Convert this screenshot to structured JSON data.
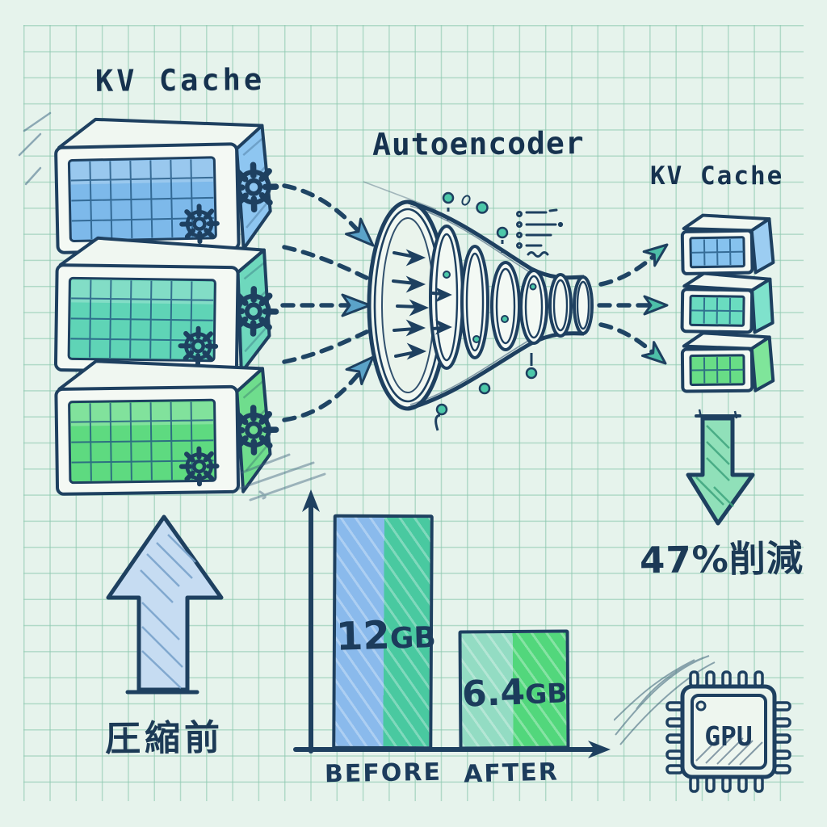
{
  "titles": {
    "kv_cache_left": "KV Cache",
    "autoencoder": "Autoencoder",
    "kv_cache_right": "KV Cache"
  },
  "annotations": {
    "before_compression": "圧縮前",
    "reduction": "47%削減"
  },
  "gpu": {
    "label": "GPU"
  },
  "left_stack": {
    "layer_colors": [
      "#7db9ea",
      "#5fd4b6",
      "#5eda80"
    ],
    "layer_icon": "gear-icon",
    "layers": 3
  },
  "right_stack": {
    "layer_colors": [
      "#86c2ee",
      "#6adcc0",
      "#68dd86"
    ],
    "layers": 3
  },
  "palette": {
    "ink": "#1e4060",
    "paper": "#e6f3ec",
    "grid_line": "#8cc8af",
    "blue": "#85bdee",
    "teal": "#4fceaa",
    "green": "#58d87e",
    "dot_teal": "#4cc8a9"
  },
  "icons": [
    "gear-icon",
    "funnel-icon",
    "latent-dot",
    "code-lines-icon",
    "dashed-arrow",
    "up-arrow-icon",
    "down-arrow-icon",
    "gpu-chip-icon"
  ],
  "chart_data": {
    "type": "bar",
    "categories": [
      "BEFORE",
      "AFTER"
    ],
    "values": [
      12,
      6.4
    ],
    "unit": "GB",
    "title": "",
    "xlabel": "",
    "ylabel": "",
    "ylim": [
      0,
      13
    ],
    "grid": false,
    "bars": [
      {
        "label": "BEFORE",
        "value_label": "12",
        "unit": "GB",
        "colors": [
          "#8abaec",
          "#49c9a0"
        ]
      },
      {
        "label": "AFTER",
        "value_label": "6.4",
        "unit": "GB",
        "colors": [
          "#93dcc3",
          "#52d77c"
        ]
      }
    ]
  }
}
